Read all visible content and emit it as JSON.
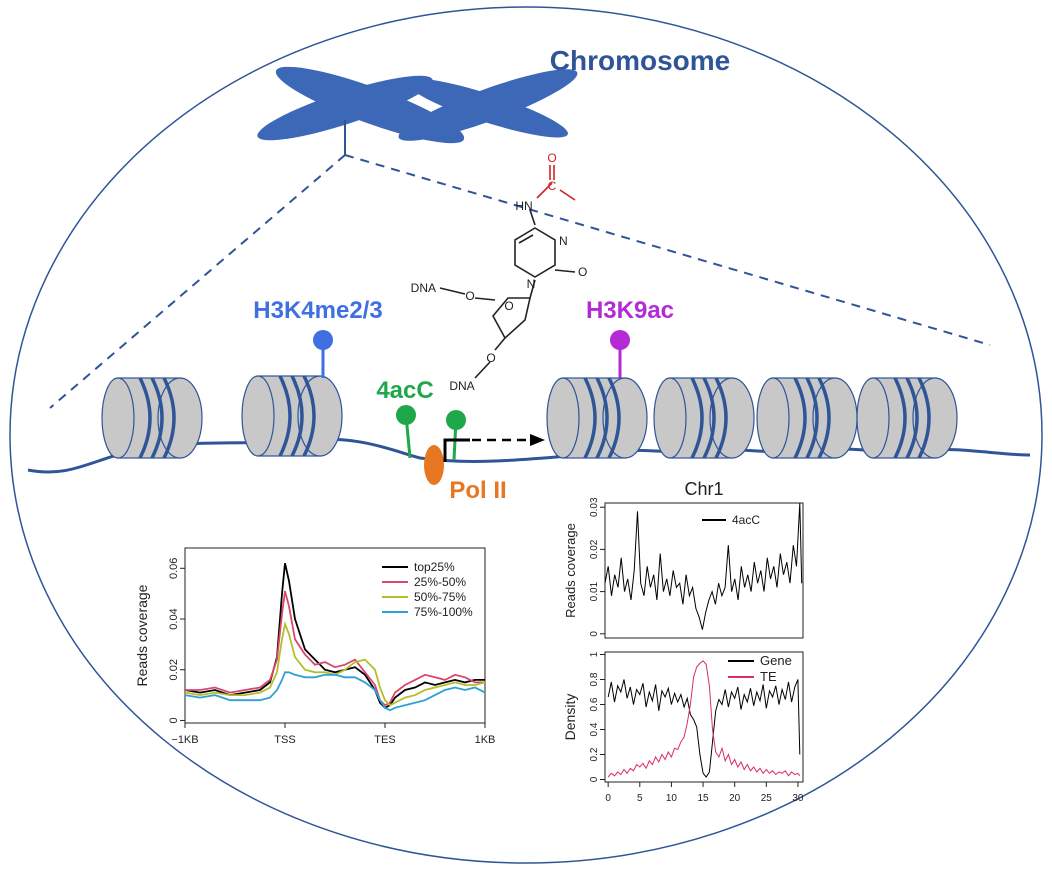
{
  "title": "Chromosome",
  "labels": {
    "h3k4": "H3K4me2/3",
    "h3k9": "H3K9ac",
    "acc": "4acC",
    "pol": "Pol II"
  },
  "molecule": {
    "o_acetyl": "O",
    "c_acetyl": "C",
    "hn": "HN",
    "n_ring": "N",
    "n_glyc": "N",
    "o_carbonyl": "O",
    "dna_top": "DNA",
    "o_top": "O",
    "o_ring": "O",
    "o_bottom": "O",
    "dna_bottom": "DNA"
  },
  "colors": {
    "ellipse": "#2f5597",
    "title": "#2f5597",
    "nucleosome": "#c8c8c8",
    "dna_strand": "#2f5597",
    "h3k4": "#3f6fe0",
    "h3k9": "#b32ad6",
    "acc": "#1ea84a",
    "pol": "#e87722",
    "acetyl": "#d32020"
  },
  "chart_data": [
    {
      "type": "line",
      "xlabel": "",
      "ylabel": "Reads coverage",
      "x_tick_labels": [
        "−1KB",
        "TSS",
        "TES",
        "1KB"
      ],
      "x_tick_positions": [
        0,
        1,
        2,
        3
      ],
      "yticks": [
        0,
        0.02,
        0.04,
        0.06
      ],
      "y_tick_labels": [
        "0",
        "0.02",
        "0.04",
        "0.06"
      ],
      "ylim": [
        -0.001,
        0.068
      ],
      "xlim": [
        0,
        3
      ],
      "legend": "top-right",
      "series": [
        {
          "name": "top25%",
          "color": "#000000",
          "x": [
            0,
            0.15,
            0.3,
            0.45,
            0.6,
            0.75,
            0.85,
            0.92,
            0.97,
            1.0,
            1.04,
            1.1,
            1.2,
            1.3,
            1.4,
            1.5,
            1.6,
            1.7,
            1.8,
            1.9,
            1.95,
            2.0,
            2.05,
            2.1,
            2.2,
            2.3,
            2.4,
            2.5,
            2.6,
            2.7,
            2.8,
            2.9,
            3.0
          ],
          "y": [
            0.012,
            0.011,
            0.012,
            0.01,
            0.011,
            0.012,
            0.015,
            0.025,
            0.05,
            0.062,
            0.055,
            0.04,
            0.028,
            0.024,
            0.02,
            0.019,
            0.02,
            0.021,
            0.018,
            0.012,
            0.007,
            0.005,
            0.006,
            0.009,
            0.012,
            0.013,
            0.015,
            0.014,
            0.015,
            0.016,
            0.015,
            0.016,
            0.016
          ]
        },
        {
          "name": "25%-50%",
          "color": "#d9476b",
          "x": [
            0,
            0.15,
            0.3,
            0.45,
            0.6,
            0.75,
            0.85,
            0.92,
            0.97,
            1.0,
            1.04,
            1.1,
            1.2,
            1.3,
            1.4,
            1.5,
            1.6,
            1.7,
            1.8,
            1.9,
            1.95,
            2.0,
            2.05,
            2.1,
            2.2,
            2.3,
            2.4,
            2.5,
            2.6,
            2.7,
            2.8,
            2.9,
            3.0
          ],
          "y": [
            0.012,
            0.012,
            0.013,
            0.011,
            0.012,
            0.013,
            0.016,
            0.024,
            0.042,
            0.051,
            0.045,
            0.032,
            0.026,
            0.022,
            0.023,
            0.021,
            0.022,
            0.024,
            0.019,
            0.014,
            0.008,
            0.006,
            0.007,
            0.011,
            0.014,
            0.016,
            0.018,
            0.017,
            0.016,
            0.018,
            0.017,
            0.015,
            0.015
          ]
        },
        {
          "name": "50%-75%",
          "color": "#b5be2a",
          "x": [
            0,
            0.15,
            0.3,
            0.45,
            0.6,
            0.75,
            0.85,
            0.92,
            0.97,
            1.0,
            1.04,
            1.1,
            1.2,
            1.3,
            1.4,
            1.5,
            1.6,
            1.7,
            1.8,
            1.9,
            1.95,
            2.0,
            2.05,
            2.1,
            2.2,
            2.3,
            2.4,
            2.5,
            2.6,
            2.7,
            2.8,
            2.9,
            3.0
          ],
          "y": [
            0.011,
            0.01,
            0.011,
            0.01,
            0.01,
            0.011,
            0.013,
            0.019,
            0.032,
            0.038,
            0.034,
            0.025,
            0.02,
            0.019,
            0.019,
            0.018,
            0.02,
            0.023,
            0.024,
            0.02,
            0.013,
            0.008,
            0.006,
            0.007,
            0.009,
            0.01,
            0.012,
            0.013,
            0.014,
            0.015,
            0.014,
            0.014,
            0.015
          ]
        },
        {
          "name": "75%-100%",
          "color": "#2f9fd6",
          "x": [
            0,
            0.15,
            0.3,
            0.45,
            0.6,
            0.75,
            0.85,
            0.92,
            0.97,
            1.0,
            1.04,
            1.1,
            1.2,
            1.3,
            1.4,
            1.5,
            1.6,
            1.7,
            1.8,
            1.9,
            1.95,
            2.0,
            2.05,
            2.1,
            2.2,
            2.3,
            2.4,
            2.5,
            2.6,
            2.7,
            2.8,
            2.9,
            3.0
          ],
          "y": [
            0.01,
            0.009,
            0.01,
            0.008,
            0.008,
            0.008,
            0.009,
            0.012,
            0.016,
            0.019,
            0.019,
            0.018,
            0.017,
            0.017,
            0.018,
            0.018,
            0.017,
            0.017,
            0.015,
            0.012,
            0.008,
            0.005,
            0.004,
            0.005,
            0.006,
            0.007,
            0.008,
            0.01,
            0.012,
            0.013,
            0.012,
            0.013,
            0.011
          ]
        }
      ]
    },
    {
      "type": "line",
      "title": "Chr1",
      "xlabel": "",
      "ylabel": "Reads coverage",
      "yticks": [
        0,
        0.01,
        0.02,
        0.03
      ],
      "y_tick_labels": [
        "0",
        "0.01",
        "0.02",
        "0.03"
      ],
      "ylim": [
        -0.001,
        0.031
      ],
      "xlim": [
        0,
        30.5
      ],
      "legend": "top-right",
      "series": [
        {
          "name": "4acC",
          "color": "#000000",
          "x": [
            0,
            0.5,
            1,
            1.5,
            2,
            2.5,
            3,
            3.5,
            4,
            4.5,
            5,
            5.5,
            6,
            6.5,
            7,
            7.5,
            8,
            8.5,
            9,
            9.5,
            10,
            10.5,
            11,
            11.5,
            12,
            12.5,
            13,
            13.5,
            14,
            14.5,
            15,
            15.5,
            16,
            16.5,
            17,
            17.5,
            18,
            18.5,
            19,
            19.5,
            20,
            20.5,
            21,
            21.5,
            22,
            22.5,
            23,
            23.5,
            24,
            24.5,
            25,
            25.5,
            26,
            26.5,
            27,
            27.5,
            28,
            28.5,
            29,
            29.5,
            30,
            30.3
          ],
          "y": [
            0.012,
            0.016,
            0.009,
            0.014,
            0.011,
            0.018,
            0.01,
            0.013,
            0.008,
            0.015,
            0.029,
            0.012,
            0.009,
            0.016,
            0.011,
            0.014,
            0.008,
            0.019,
            0.01,
            0.013,
            0.009,
            0.015,
            0.011,
            0.012,
            0.007,
            0.014,
            0.009,
            0.011,
            0.006,
            0.004,
            0.001,
            0.005,
            0.008,
            0.01,
            0.007,
            0.012,
            0.009,
            0.011,
            0.021,
            0.01,
            0.013,
            0.008,
            0.016,
            0.011,
            0.014,
            0.01,
            0.017,
            0.012,
            0.015,
            0.01,
            0.018,
            0.013,
            0.016,
            0.011,
            0.019,
            0.014,
            0.017,
            0.012,
            0.021,
            0.016,
            0.031,
            0.012
          ]
        }
      ]
    },
    {
      "type": "line",
      "xlabel": "",
      "ylabel": "Density",
      "xticks": [
        0,
        5,
        10,
        15,
        20,
        25,
        30
      ],
      "x_tick_labels": [
        "0",
        "5",
        "10",
        "15",
        "20",
        "25",
        "30"
      ],
      "yticks": [
        0,
        0.2,
        0.4,
        0.6,
        0.8,
        1
      ],
      "y_tick_labels": [
        "0",
        "0.2",
        "0.4",
        "0.6",
        "0.8",
        "1"
      ],
      "ylim": [
        -0.02,
        1.02
      ],
      "xlim": [
        -0.5,
        30.8
      ],
      "legend": "top-right",
      "series": [
        {
          "name": "Gene",
          "color": "#000000",
          "x": [
            0,
            0.5,
            1,
            1.5,
            2,
            2.5,
            3,
            3.5,
            4,
            4.5,
            5,
            5.5,
            6,
            6.5,
            7,
            7.5,
            8,
            8.5,
            9,
            9.5,
            10,
            10.5,
            11,
            11.5,
            12,
            12.5,
            13,
            13.5,
            14,
            14.5,
            15,
            15.5,
            16,
            16.5,
            17,
            17.5,
            18,
            18.5,
            19,
            19.5,
            20,
            20.5,
            21,
            21.5,
            22,
            22.5,
            23,
            23.5,
            24,
            24.5,
            25,
            25.5,
            26,
            26.5,
            27,
            27.5,
            28,
            28.5,
            29,
            29.5,
            30,
            30.3
          ],
          "y": [
            0.66,
            0.78,
            0.62,
            0.75,
            0.7,
            0.8,
            0.65,
            0.74,
            0.6,
            0.72,
            0.68,
            0.77,
            0.58,
            0.7,
            0.63,
            0.76,
            0.55,
            0.71,
            0.66,
            0.73,
            0.6,
            0.69,
            0.62,
            0.68,
            0.58,
            0.65,
            0.52,
            0.48,
            0.42,
            0.2,
            0.05,
            0.02,
            0.06,
            0.3,
            0.55,
            0.64,
            0.6,
            0.72,
            0.58,
            0.7,
            0.65,
            0.74,
            0.56,
            0.68,
            0.62,
            0.73,
            0.59,
            0.7,
            0.63,
            0.76,
            0.57,
            0.71,
            0.66,
            0.75,
            0.6,
            0.72,
            0.64,
            0.78,
            0.62,
            0.74,
            0.8,
            0.2
          ]
        },
        {
          "name": "TE",
          "color": "#d92d6a",
          "x": [
            0,
            0.5,
            1,
            1.5,
            2,
            2.5,
            3,
            3.5,
            4,
            4.5,
            5,
            5.5,
            6,
            6.5,
            7,
            7.5,
            8,
            8.5,
            9,
            9.5,
            10,
            10.5,
            11,
            11.5,
            12,
            12.5,
            13,
            13.5,
            14,
            14.5,
            15,
            15.5,
            16,
            16.5,
            17,
            17.5,
            18,
            18.5,
            19,
            19.5,
            20,
            20.5,
            21,
            21.5,
            22,
            22.5,
            23,
            23.5,
            24,
            24.5,
            25,
            25.5,
            26,
            26.5,
            27,
            27.5,
            28,
            28.5,
            29,
            29.5,
            30,
            30.3
          ],
          "y": [
            0.02,
            0.05,
            0.03,
            0.06,
            0.04,
            0.08,
            0.05,
            0.09,
            0.07,
            0.12,
            0.1,
            0.13,
            0.09,
            0.15,
            0.12,
            0.18,
            0.14,
            0.2,
            0.16,
            0.22,
            0.18,
            0.25,
            0.24,
            0.3,
            0.34,
            0.45,
            0.6,
            0.82,
            0.9,
            0.93,
            0.95,
            0.92,
            0.75,
            0.4,
            0.22,
            0.18,
            0.25,
            0.15,
            0.2,
            0.12,
            0.16,
            0.1,
            0.14,
            0.08,
            0.12,
            0.07,
            0.1,
            0.06,
            0.09,
            0.05,
            0.08,
            0.05,
            0.07,
            0.04,
            0.06,
            0.05,
            0.07,
            0.03,
            0.06,
            0.04,
            0.05,
            0.03
          ]
        }
      ]
    }
  ]
}
